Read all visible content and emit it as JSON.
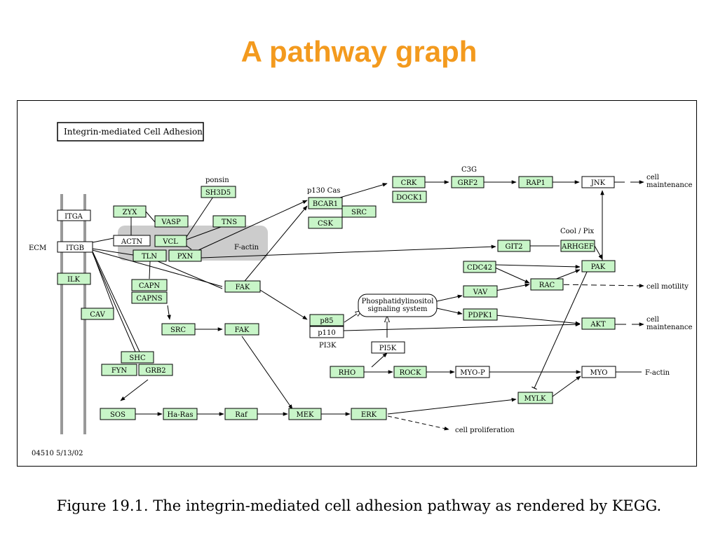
{
  "slide": {
    "title": "A pathway graph",
    "caption": "Figure 19.1. The integrin-mediated cell adhesion pathway as rendered by KEGG."
  },
  "diagram": {
    "title": "Integrin-mediated Cell Adhesion",
    "footer": "04510  5/13/02",
    "colors": {
      "gene_fill": "#c8f5c8",
      "membrane": "#999999",
      "complex": "#cccccc"
    },
    "labels": {
      "ecm": "ECM",
      "ponsin": "ponsin",
      "p130cas": "p130 Cas",
      "c3g": "C3G",
      "factin_region": "F-actin",
      "coolpix": "Cool / Pix",
      "pi3k": "PI3K",
      "cell_maint_1": "cell\nmaintenance",
      "cell_maint_2": "cell\nmaintenance",
      "cell_motility": "cell motility",
      "cell_prolif": "cell proliferation",
      "factin_out": "F-actin"
    },
    "nodes": {
      "itga": "ITGA",
      "itgb": "ITGB",
      "ilk": "ILK",
      "cav": "CAV",
      "zyx": "ZYX",
      "vasp": "VASP",
      "actn": "ACTN",
      "vcl": "VCL",
      "tns": "TNS",
      "sh3d5": "SH3D5",
      "tln": "TLN",
      "pxn": "PXN",
      "fak1": "FAK",
      "capn": "CAPN",
      "capns": "CAPNS",
      "src1": "SRC",
      "fak2": "FAK",
      "shc": "SHC",
      "fyn": "FYN",
      "grb2": "GRB2",
      "sos": "SOS",
      "hras": "Ha-Ras",
      "raf": "Raf",
      "mek": "MEK",
      "erk": "ERK",
      "bcar1": "BCAR1",
      "src2": "SRC",
      "csk": "CSK",
      "crk": "CRK",
      "dock1": "DOCK1",
      "grf2": "GRF2",
      "rap1": "RAP1",
      "jnk": "JNK",
      "git2": "GIT2",
      "arhgef": "ARHGEF",
      "cdc42": "CDC42",
      "vav": "VAV",
      "rac": "RAC",
      "pak": "PAK",
      "pdpk1": "PDPK1",
      "akt": "AKT",
      "p85": "p85",
      "p110": "p110",
      "pi5k": "PI5K",
      "rho": "RHO",
      "rock": "ROCK",
      "myop": "MYO-P",
      "myo": "MYO",
      "mylk": "MYLK",
      "phospho": "Phosphatidylinositol\nsignaling system"
    }
  }
}
